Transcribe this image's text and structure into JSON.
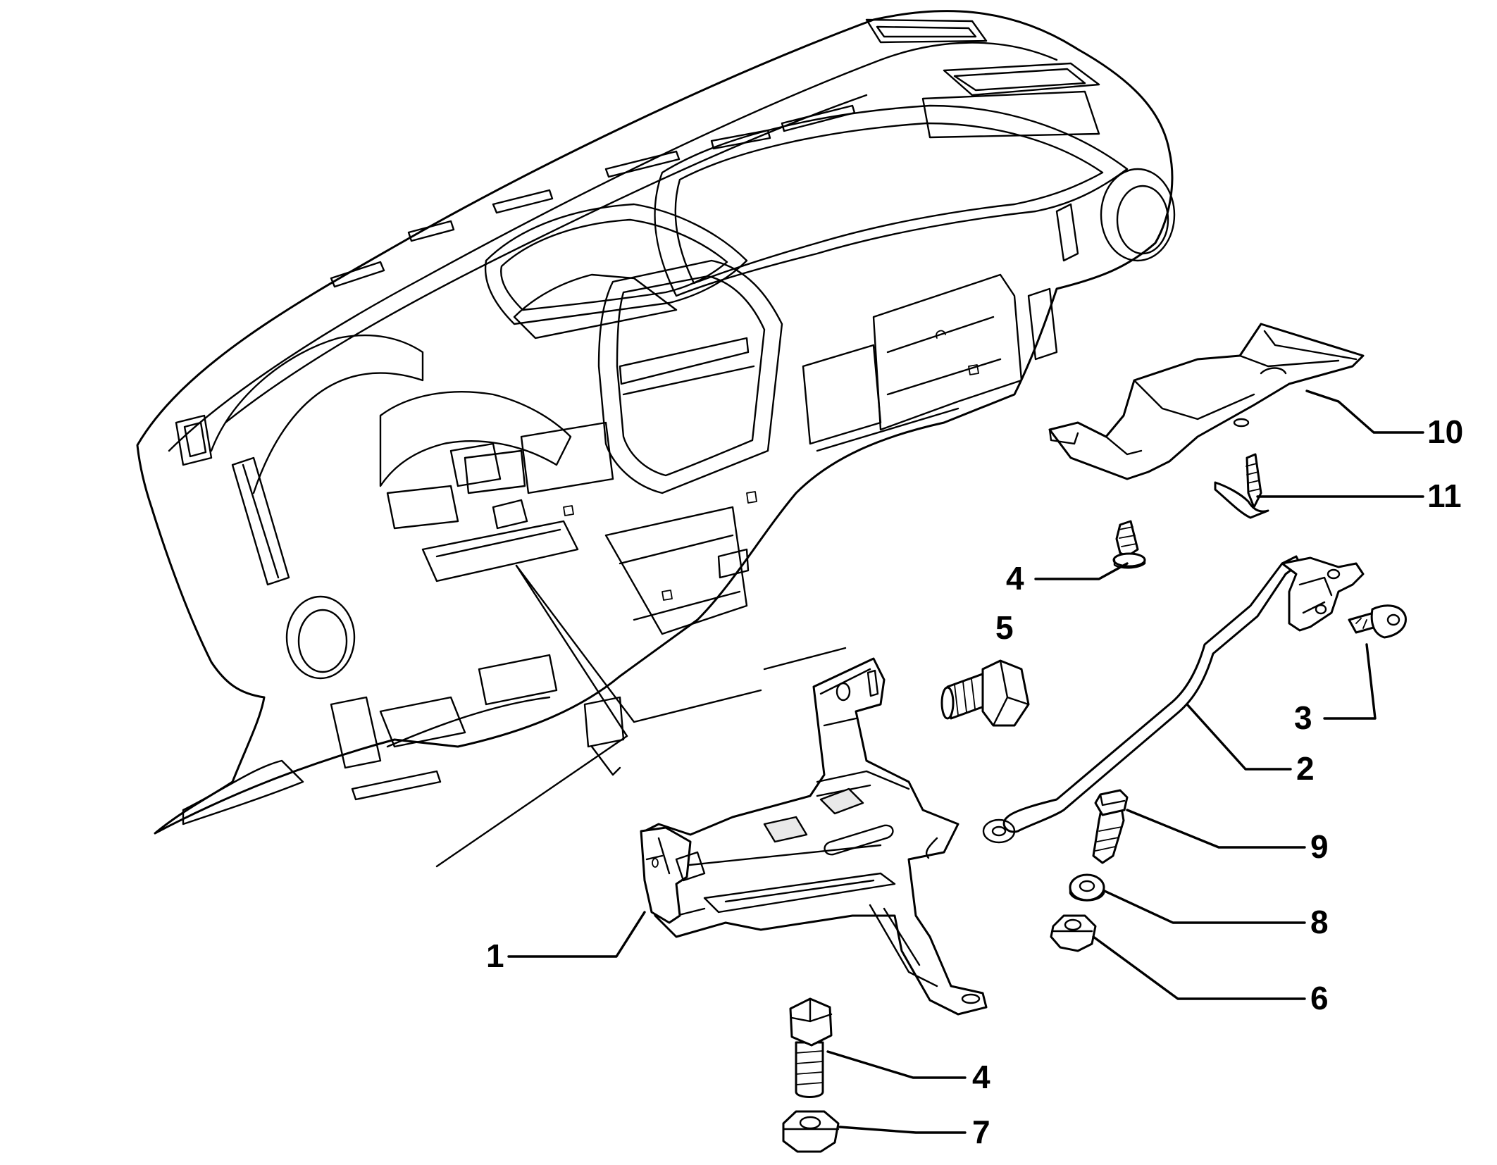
{
  "diagram": {
    "type": "exploded-parts-view",
    "line_color": "#000000",
    "background": "#ffffff",
    "parts": [
      {
        "id": "bracket",
        "number": "1",
        "icon": "steering-support-bracket"
      },
      {
        "id": "tie-rod",
        "number": "2",
        "icon": "tie-rod"
      },
      {
        "id": "screw-3",
        "number": "3",
        "icon": "screw"
      },
      {
        "id": "plastic-clip",
        "number": "4",
        "icon": "clip"
      },
      {
        "id": "bolt-5",
        "number": "5",
        "icon": "hex-bolt"
      },
      {
        "id": "nut-6",
        "number": "6",
        "icon": "flange-nut"
      },
      {
        "id": "nut-7",
        "number": "7",
        "icon": "hex-nut"
      },
      {
        "id": "washer-8",
        "number": "8",
        "icon": "washer"
      },
      {
        "id": "screw-9",
        "number": "9",
        "icon": "screw"
      },
      {
        "id": "cover-10",
        "number": "10",
        "icon": "insulating-cover"
      },
      {
        "id": "tapping-screw-11",
        "number": "11",
        "icon": "self-tapping-screw"
      },
      {
        "id": "bolt-4",
        "number": "4",
        "icon": "hex-bolt"
      }
    ]
  }
}
